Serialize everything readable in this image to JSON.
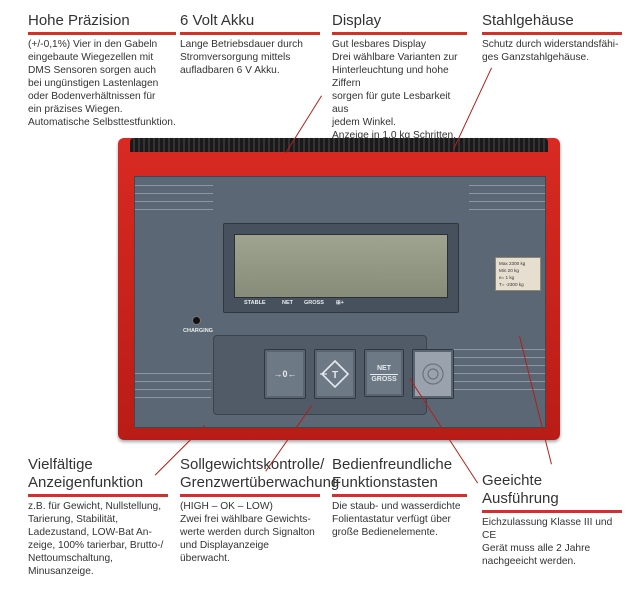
{
  "callouts": {
    "praezision": {
      "title": "Hohe Präzision",
      "text": "(+/-0,1%) Vier in den Gabeln\neingebaute Wiegezellen mit\nDMS Sensoren sorgen auch\nbei ungünstigen Lastenlagen\noder Bodenverhältnissen für\nein präzises Wiegen.\nAutomatische Selbsttestfunktion."
    },
    "akku": {
      "title": "6 Volt Akku",
      "text": "Lange Betriebsdauer durch\nStromversorgung mittels\naufladbaren 6 V Akku."
    },
    "display": {
      "title": "Display",
      "text": "Gut lesbares Display\nDrei wählbare Varianten zur\nHinterleuchtung und hohe Ziffern\nsorgen für gute Lesbarkeit aus\njedem Winkel.\nAnzeige in 1,0 kg Schritten."
    },
    "stahl": {
      "title": "Stahlgehäuse",
      "text": "Schutz durch widerstandsfähi-\nges Ganzstahlgehäuse."
    },
    "funktion": {
      "title": "Vielfältige\nAnzeigenfunktion",
      "text": "z.B. für Gewicht, Nullstellung,\nTarierung, Stabilität,\nLadezustand, LOW-Bat An-\nzeige, 100% tarierbar, Brutto-/\nNettoumschaltung,\nMinusanzeige."
    },
    "sollgewicht": {
      "title": "Sollgewichtskontrolle/\nGrenzwertüberwachung",
      "text": "(HIGH – OK – LOW)\nZwei frei wählbare Gewichts-\nwerte werden durch Signalton\nund Displayanzeige überwacht."
    },
    "bedien": {
      "title": "Bedienfreundliche\nFunktionstasten",
      "text": "Die staub- und wasserdichte\nFolientastatur verfügt über\ngroße Bedienelemente."
    },
    "geeicht": {
      "title": "Geeichte Ausführung",
      "text": "Eichzulassung Klasse III und CE\nGerät muss alle 2 Jahre\nnachgeeicht werden."
    }
  },
  "device": {
    "indicators": [
      "STABLE",
      "NET",
      "GROSS",
      "⊞+"
    ],
    "charging_label": "CHARGING",
    "plate_lines": [
      "Max   2300 kg",
      "Min      20 kg",
      "e=       1 kg",
      "T=   -2300 kg"
    ],
    "keys": {
      "zero": "→0←",
      "tare": "T",
      "net": "NET",
      "gross": "GROSS"
    }
  },
  "colors": {
    "accent": "#d2312a",
    "housing": "#c8231c",
    "panel": "#5b6775"
  }
}
